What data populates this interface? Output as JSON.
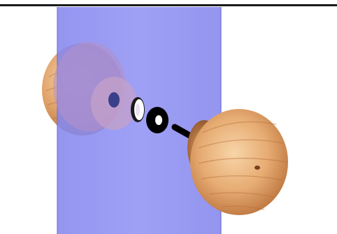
{
  "diagram": {
    "parts": [
      {
        "id": "door-panel",
        "kind": "panel"
      },
      {
        "id": "back-knob",
        "kind": "knob"
      },
      {
        "id": "rose-plate",
        "kind": "rose"
      },
      {
        "id": "retaining-ring",
        "kind": "ring"
      },
      {
        "id": "washer",
        "kind": "washer"
      },
      {
        "id": "spindle",
        "kind": "spindle"
      },
      {
        "id": "front-knob",
        "kind": "knob"
      }
    ]
  },
  "colors": {
    "background": "#ffffff",
    "top_rule": "#1a1a1a",
    "door_fill": "#8c8ef2",
    "door_edge": "#6f72d8",
    "wood_light": "#f2c18e",
    "wood_mid": "#d99a5e",
    "wood_dark": "#8a4a22",
    "wood_grain": "#b86e3c",
    "hole": "#3a3f8a",
    "washer": "#000000",
    "ring_highlight": "#ffffff"
  }
}
